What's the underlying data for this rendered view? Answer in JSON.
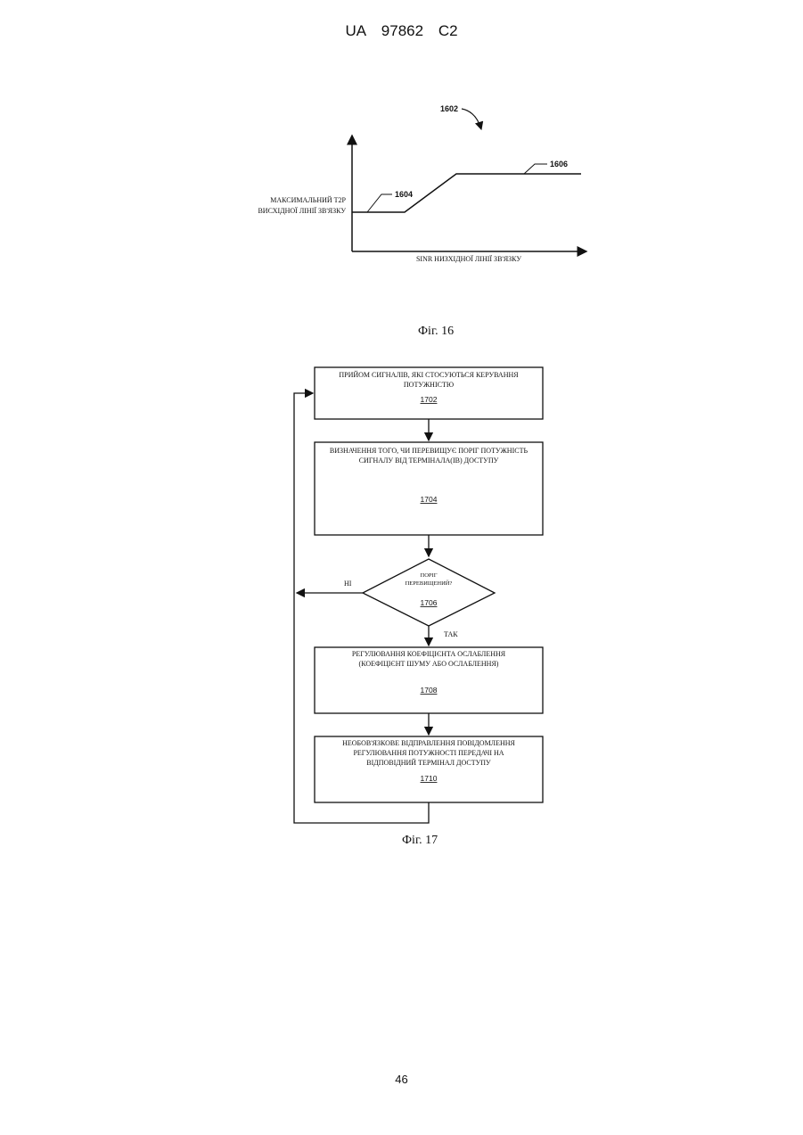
{
  "header": {
    "country": "UA",
    "number": "97862",
    "kind": "C2"
  },
  "fig16": {
    "ref_main": "1602",
    "ref_low": "1604",
    "ref_high": "1606",
    "ylabel_line1": "МАКСИМАЛЬНИЙ T2P",
    "ylabel_line2": "ВИСХІДНОЇ ЛІНІЇ ЗВ'ЯЗКУ",
    "xlabel": "SINR НИЗХІДНОЇ ЛІНІЇ ЗВ'ЯЗКУ",
    "caption": "Фіг. 16"
  },
  "fig17": {
    "box1702": {
      "line1": "ПРИЙОМ СИГНАЛІВ, ЯКІ СТОСУЮТЬСЯ КЕРУВАННЯ",
      "line2": "ПОТУЖНІСТЮ",
      "ref": "1702"
    },
    "box1704": {
      "line1": "ВИЗНАЧЕННЯ ТОГО, ЧИ ПЕРЕВИЩУЄ ПОРІГ ПОТУЖНІСТЬ",
      "line2": "СИГНАЛУ ВІД ТЕРМІНАЛА(ІВ) ДОСТУПУ",
      "ref": "1704"
    },
    "diamond1706": {
      "line1": "ПОРІГ",
      "line2": "ПЕРЕВИЩЕНИЙ?",
      "ref": "1706",
      "no": "НІ",
      "yes": "ТАК"
    },
    "box1708": {
      "line1": "РЕГУЛЮВАННЯ КОЕФІЦІЄНТА ОСЛАБЛЕННЯ",
      "line2": "(КОЕФІЦІЄНТ ШУМУ АБО ОСЛАБЛЕННЯ)",
      "ref": "1708"
    },
    "box1710": {
      "line1": "НЕОБОВ'ЯЗКОВЕ ВІДПРАВЛЕННЯ ПОВІДОМЛЕННЯ",
      "line2": "РЕГУЛЮВАННЯ ПОТУЖНОСТІ ПЕРЕДАЧІ НА",
      "line3": "ВІДПОВІДНИЙ ТЕРМІНАЛ ДОСТУПУ",
      "ref": "1710"
    },
    "caption": "Фіг. 17"
  },
  "page_number": "46"
}
